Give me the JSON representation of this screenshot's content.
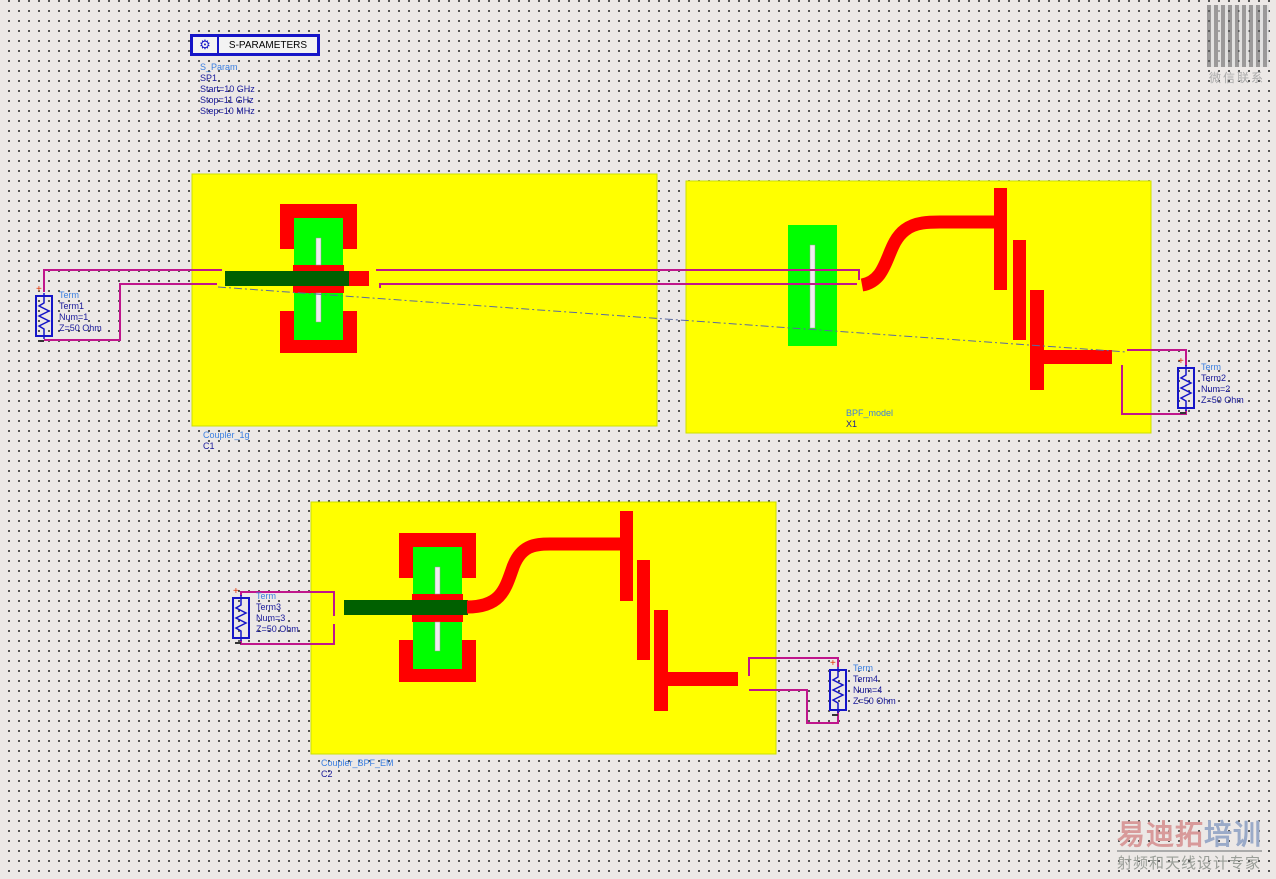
{
  "sparam": {
    "title": "S-PARAMETERS",
    "type": "S_Param",
    "name": "SP1",
    "start": "Start=10 GHz",
    "stop": "Stop=11 GHz",
    "step": "Step=10 MHz"
  },
  "components": {
    "c1": {
      "type": "Coupler_1g",
      "name": "C1"
    },
    "x1": {
      "type": "BPF_model",
      "name": "X1"
    },
    "c2": {
      "type": "Coupler_BPF_EM",
      "name": "C2"
    }
  },
  "terms": [
    {
      "type": "Term",
      "name": "Term1",
      "num": "Num=1",
      "z": "Z=50 Ohm"
    },
    {
      "type": "Term",
      "name": "Term2",
      "num": "Num=2",
      "z": "Z=50 Ohm"
    },
    {
      "type": "Term",
      "name": "Term3",
      "num": "Num=3",
      "z": "Z=50 Ohm"
    },
    {
      "type": "Term",
      "name": "Term4",
      "num": "Num=4",
      "z": "Z=50 Ohm"
    }
  ],
  "watermark": {
    "brand_red": "易迪拓",
    "brand_blue": "培训",
    "slogan": "射频和天线设计专家",
    "qr_caption": "微信联系"
  },
  "colors": {
    "substrate": "#ffff00",
    "metal": "#ff0000",
    "green": "#00ff00",
    "wire": "#c0168c"
  }
}
